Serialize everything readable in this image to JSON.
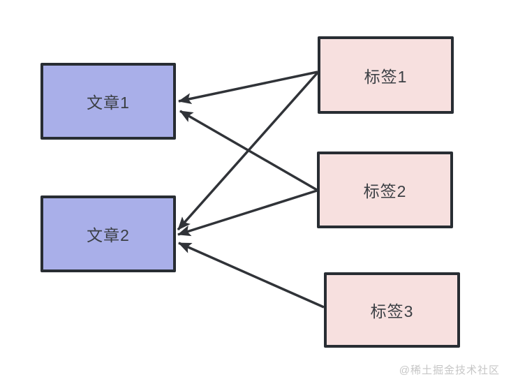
{
  "diagram": {
    "title": "article-tag-relationship-diagram",
    "nodes": [
      {
        "id": "article1",
        "label": "文章1",
        "type": "article"
      },
      {
        "id": "article2",
        "label": "文章2",
        "type": "article"
      },
      {
        "id": "tag1",
        "label": "标签1",
        "type": "tag"
      },
      {
        "id": "tag2",
        "label": "标签2",
        "type": "tag"
      },
      {
        "id": "tag3",
        "label": "标签3",
        "type": "tag"
      }
    ],
    "edges": [
      {
        "from": "tag1",
        "to": "article1"
      },
      {
        "from": "tag1",
        "to": "article2"
      },
      {
        "from": "tag2",
        "to": "article1"
      },
      {
        "from": "tag2",
        "to": "article2"
      },
      {
        "from": "tag3",
        "to": "article2"
      }
    ],
    "colors": {
      "article_fill": "#a9afe9",
      "tag_fill": "#f7e0df",
      "border": "#282d33",
      "arrow": "#303338"
    }
  },
  "watermark": {
    "text": "@稀土掘金技术社区",
    "color": "#c6c6c6"
  }
}
